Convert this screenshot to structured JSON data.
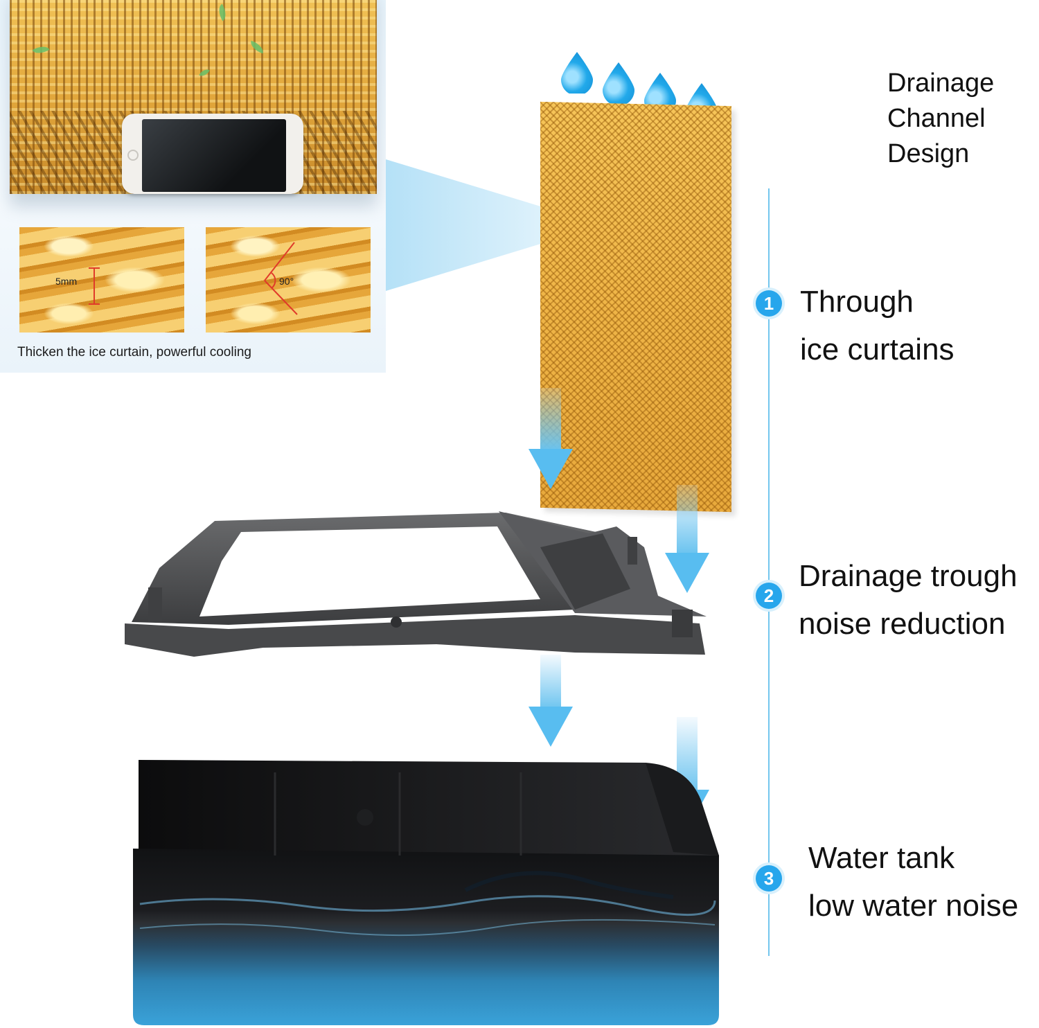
{
  "inset": {
    "dim_label": "5mm",
    "angle_label": "90°",
    "caption": "Thicken the ice curtain, powerful cooling"
  },
  "heading": {
    "line1": "Drainage",
    "line2": "Channel",
    "line3": "Design"
  },
  "steps": [
    {
      "number": "1",
      "line1": "Through",
      "line2": "ice curtains"
    },
    {
      "number": "2",
      "line1": "Drainage trough",
      "line2": "noise reduction"
    },
    {
      "number": "3",
      "line1": "Water tank",
      "line2": "low water noise"
    }
  ],
  "colors": {
    "accent_blue": "#27a6ec",
    "line_blue": "#73c6ee",
    "pad_orange": "#efb547",
    "plastic_gray": "#4a4b4d",
    "water_blue": "#2f95c8"
  },
  "icons": [
    "water-drop-icon",
    "down-arrow-icon",
    "phone-image",
    "cooling-pad-image",
    "drainage-trough-image",
    "water-tank-image"
  ]
}
